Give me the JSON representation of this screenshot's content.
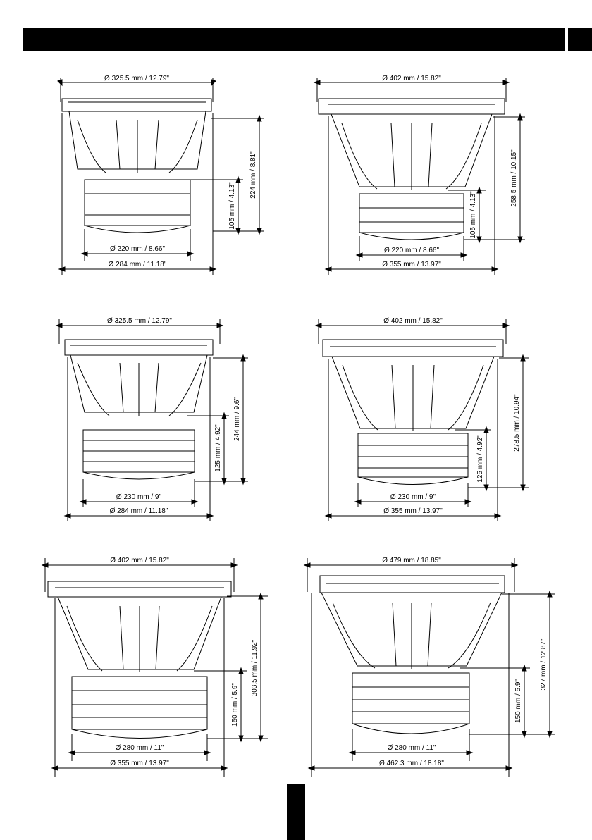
{
  "drawings": [
    {
      "top_dia": "Ø 325.5 mm / 12.79\"",
      "height": "224 mm / 8.81\"",
      "magnet_height": "105 mm / 4.13\"",
      "magnet_dia": "Ø 220 mm / 8.66\"",
      "mount_dia": "Ø 284 mm / 11.18\""
    },
    {
      "top_dia": "Ø 402 mm / 15.82\"",
      "height": "258.5 mm / 10.15\"",
      "magnet_height": "105 mm / 4.13\"",
      "magnet_dia": "Ø 220 mm / 8.66\"",
      "mount_dia": "Ø 355 mm / 13.97\""
    },
    {
      "top_dia": "Ø 325.5 mm / 12.79\"",
      "height": "244 mm / 9.6\"",
      "magnet_height": "125 mm / 4.92\"",
      "magnet_dia": "Ø 230 mm / 9\"",
      "mount_dia": "Ø 284 mm / 11.18\""
    },
    {
      "top_dia": "Ø 402 mm / 15.82\"",
      "height": "278.5 mm / 10.94\"",
      "magnet_height": "125 mm / 4.92\"",
      "magnet_dia": "Ø 230 mm / 9\"",
      "mount_dia": "Ø 355 mm / 13.97\""
    },
    {
      "top_dia": "Ø 402 mm / 15.82\"",
      "height": "303.5 mm / 11.92\"",
      "magnet_height": "150 mm / 5.9\"",
      "magnet_dia": "Ø 280 mm / 11\"",
      "mount_dia": "Ø 355 mm / 13.97\""
    },
    {
      "top_dia": "Ø 479 mm / 18.85\"",
      "height": "327 mm / 12.87\"",
      "magnet_height": "150 mm / 5.9\"",
      "magnet_dia": "Ø 280 mm / 11\"",
      "mount_dia": "Ø 462.3 mm / 18.18\""
    }
  ]
}
